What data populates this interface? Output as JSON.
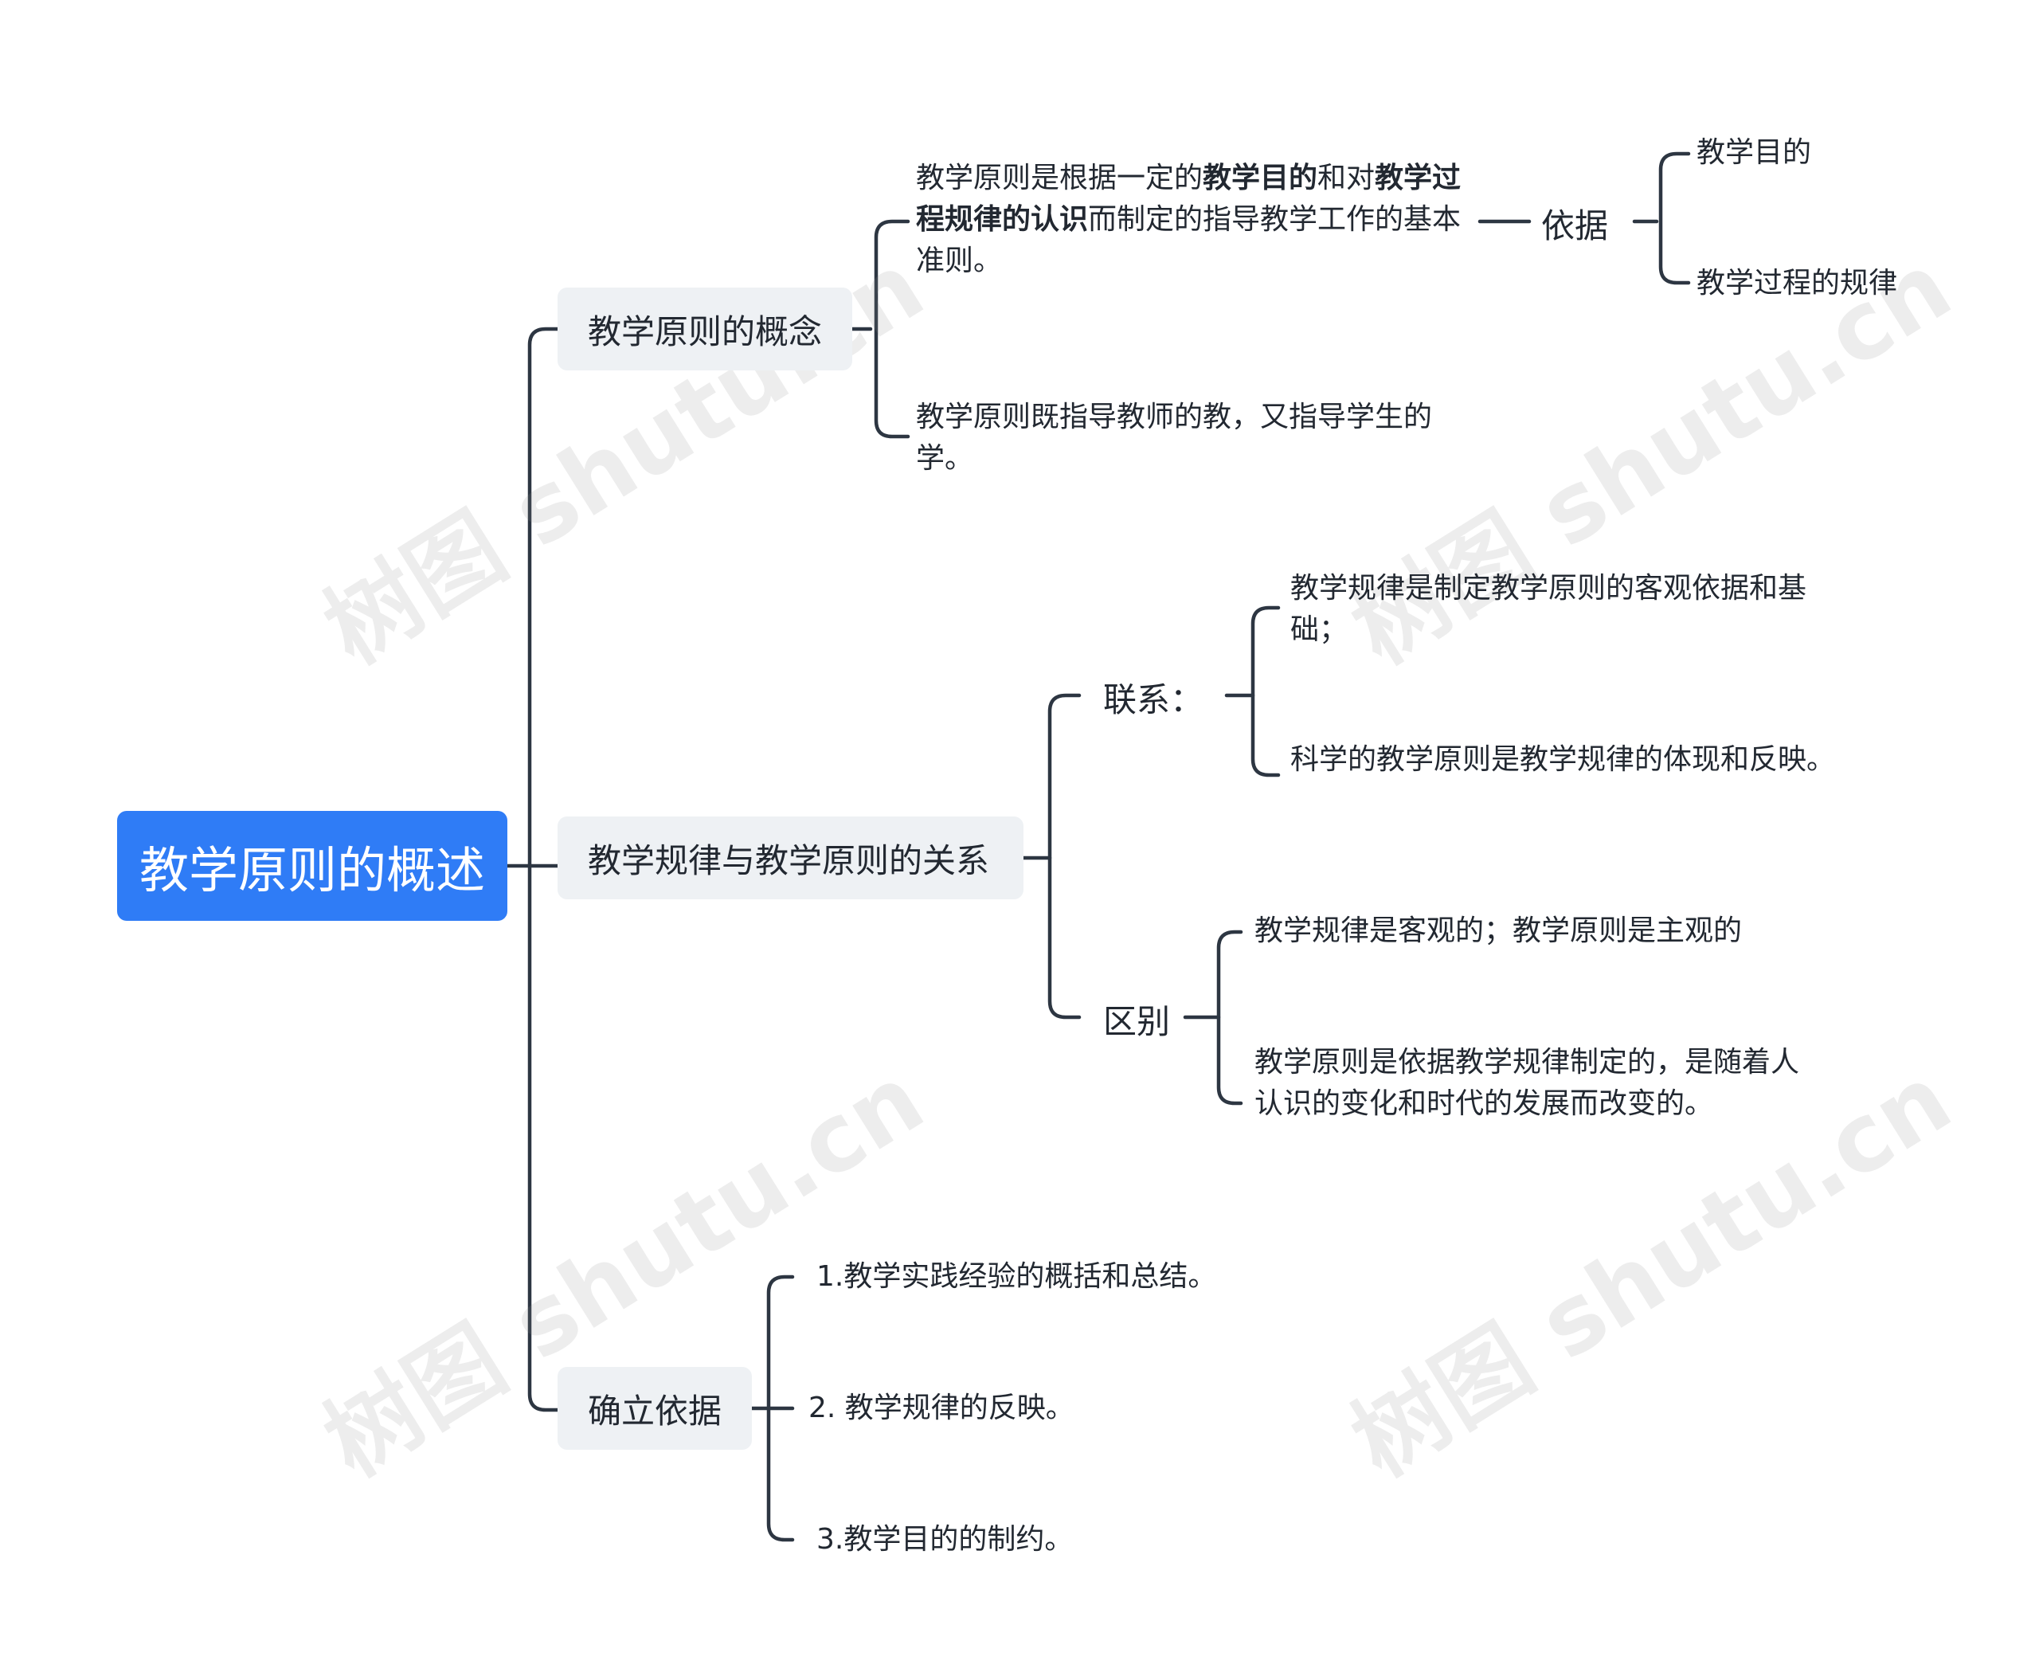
{
  "root": {
    "label": "教学原则的概述"
  },
  "branches": {
    "concept": {
      "label": "教学原则的概念",
      "definition": {
        "parts": [
          " 教学原则是根据一定的",
          "教学目的",
          "和对",
          "教学过程规律的认识",
          "而制定的指导教学工作的基本准则。"
        ],
        "basis": {
          "label": "依据",
          "items": [
            "教学目的",
            "教学过程的规律"
          ]
        }
      },
      "note": " 教学原则既指导教师的教，又指导学生的学。"
    },
    "relation": {
      "label": "教学规律与教学原则的关系",
      "link": {
        "label": "联系：",
        "items": [
          " 教学规律是制定教学原则的客观依据和基础；",
          " 科学的教学原则是教学规律的体现和反映。"
        ]
      },
      "difference": {
        "label": "区别",
        "items": [
          " 教学规律是客观的；教学原则是主观的",
          " 教学原则是依据教学规律制定的，是随着人认识的变化和时代的发展而改变的。"
        ]
      }
    },
    "basis": {
      "label": "确立依据",
      "items": [
        "1.教学实践经验的概括和总结。",
        "2. 教学规律的反映。",
        "3.教学目的的制约。"
      ]
    }
  },
  "watermark": "树图 shutu.cn",
  "colors": {
    "root": "#2f7cf6",
    "branch_bg": "#eef1f4",
    "line": "#2d3642",
    "text": "#222831"
  }
}
